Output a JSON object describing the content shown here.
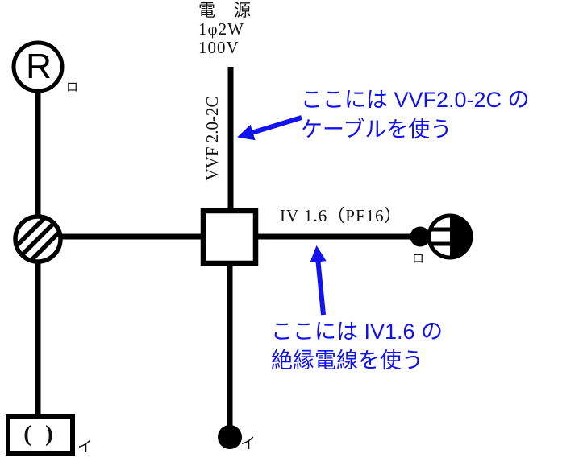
{
  "colors": {
    "diagram_black": "#000000",
    "annotation_blue": "#1212ee"
  },
  "power_source": {
    "line1": "電　源",
    "line2": "1φ2W",
    "line3": "100V"
  },
  "cables": {
    "vertical_cable_label": "VVF 2.0-2C",
    "right_wire_label": "IV 1.6（PF16）"
  },
  "devices": {
    "lamp_receptacle": {
      "letter": "R",
      "circuit": "ロ"
    },
    "right_switch": {
      "circuit": "ロ"
    },
    "bottom_switch": {
      "circuit": "イ"
    },
    "ceiling_light": {
      "symbol_text": "( )",
      "circuit": "イ"
    }
  },
  "annotations": {
    "vvf_note_line1": "ここには VVF2.0-2C の",
    "vvf_note_line2": "ケーブルを使う",
    "iv_note_line1": "ここには IV1.6 の",
    "iv_note_line2": "絶縁電線を使う"
  }
}
